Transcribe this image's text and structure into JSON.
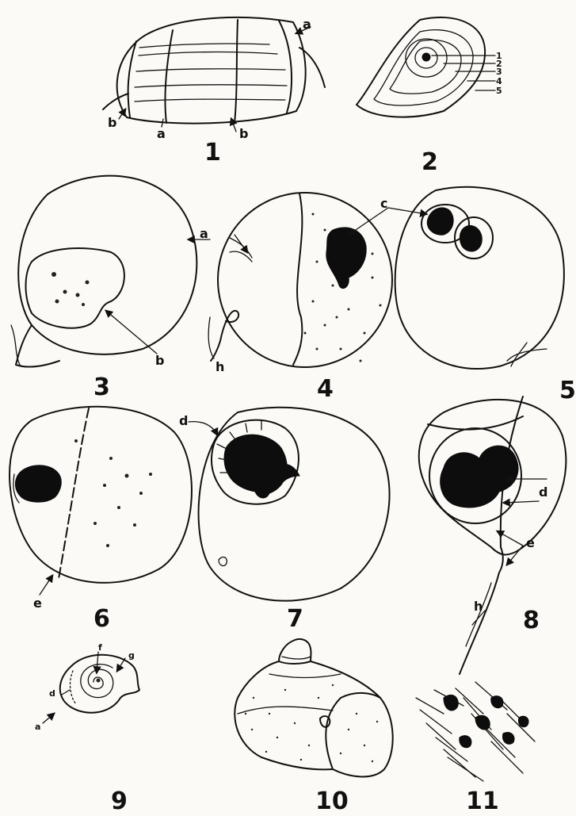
{
  "figures": [
    {
      "id": "1",
      "number": "1",
      "labels": [
        "a",
        "a",
        "b",
        "b"
      ]
    },
    {
      "id": "2",
      "number": "2",
      "labels": [
        "1",
        "2",
        "3",
        "4",
        "5"
      ]
    },
    {
      "id": "3",
      "number": "3",
      "labels": [
        "a",
        "b"
      ]
    },
    {
      "id": "4",
      "number": "4",
      "labels": [
        "h"
      ]
    },
    {
      "id": "5",
      "number": "5",
      "labels": [
        "c"
      ]
    },
    {
      "id": "6",
      "number": "6",
      "labels": [
        "e"
      ]
    },
    {
      "id": "7",
      "number": "7",
      "labels": [
        "d"
      ]
    },
    {
      "id": "8",
      "number": "8",
      "labels": [
        "d",
        "e",
        "h"
      ]
    },
    {
      "id": "9",
      "number": "9",
      "labels": [
        "f",
        "g",
        "d",
        "a"
      ]
    },
    {
      "id": "10",
      "number": "10",
      "labels": []
    },
    {
      "id": "11",
      "number": "11",
      "labels": []
    }
  ],
  "colors": {
    "ink": "#111111",
    "paper": "#fbfaf6"
  }
}
